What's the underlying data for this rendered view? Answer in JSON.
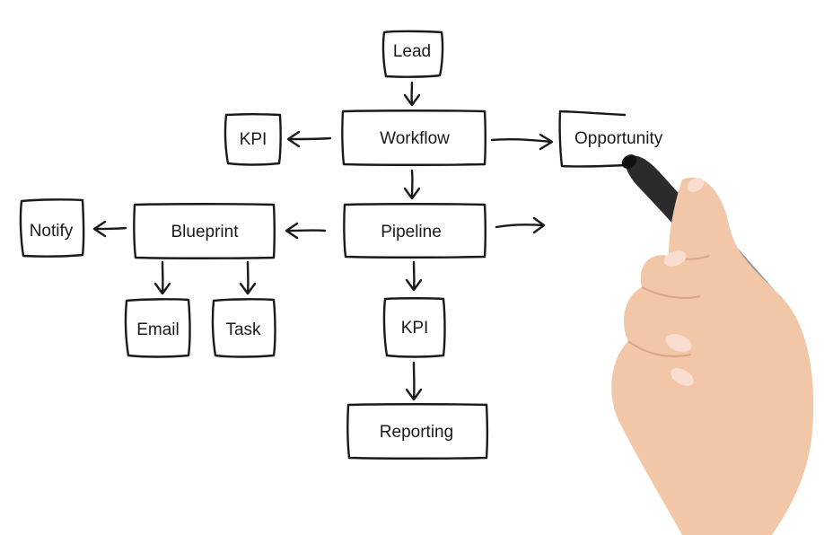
{
  "diagram": {
    "nodes": {
      "lead": "Lead",
      "workflow": "Workflow",
      "kpi_top": "KPI",
      "opportunity": "Opportunity",
      "pipeline": "Pipeline",
      "blueprint": "Blueprint",
      "notify": "Notify",
      "email": "Email",
      "task": "Task",
      "kpi_bottom": "KPI",
      "reporting": "Reporting"
    },
    "edges": [
      [
        "lead",
        "workflow"
      ],
      [
        "workflow",
        "kpi_top"
      ],
      [
        "workflow",
        "opportunity"
      ],
      [
        "workflow",
        "pipeline"
      ],
      [
        "pipeline",
        "blueprint"
      ],
      [
        "blueprint",
        "notify"
      ],
      [
        "blueprint",
        "email"
      ],
      [
        "blueprint",
        "task"
      ],
      [
        "pipeline",
        "kpi_bottom"
      ],
      [
        "kpi_bottom",
        "reporting"
      ]
    ]
  },
  "illustration": {
    "hand_icon": "hand-holding-marker-icon",
    "colors": {
      "ink": "#1a1a1a",
      "skin": "#f2c7a8",
      "marker": "#2b2b2b"
    }
  }
}
